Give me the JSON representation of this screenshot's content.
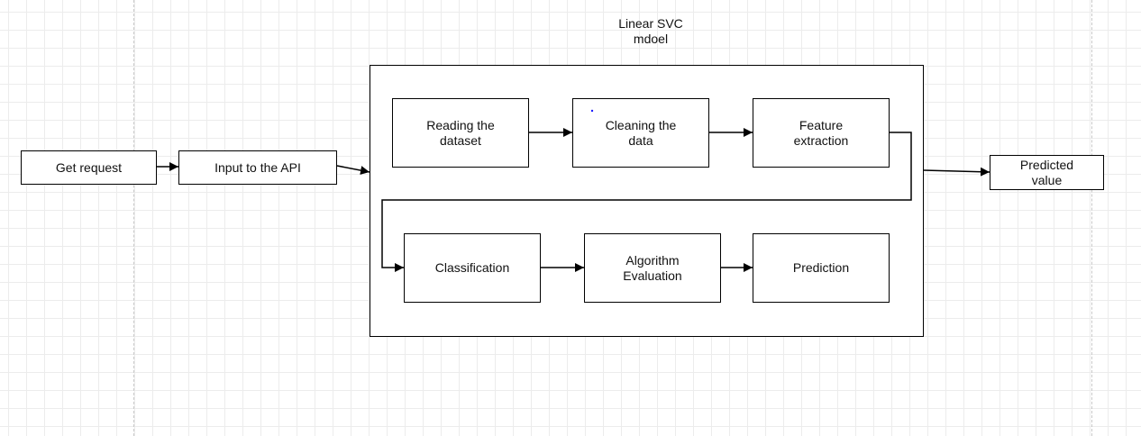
{
  "diagram": {
    "container_label": "Linear SVC\nmdoel",
    "nodes": {
      "get_request": "Get request",
      "input_api": "Input to the API",
      "reading_dataset": "Reading the\ndataset",
      "cleaning_data": "Cleaning the\ndata",
      "feature_extraction": "Feature\nextraction",
      "classification": "Classification",
      "algorithm_evaluation": "Algorithm\nEvaluation",
      "prediction": "Prediction",
      "predicted_value": "Predicted\nvalue"
    },
    "edges": [
      {
        "from": "get_request",
        "to": "input_api"
      },
      {
        "from": "input_api",
        "to": "linear_svc_model"
      },
      {
        "from": "reading_dataset",
        "to": "cleaning_data"
      },
      {
        "from": "cleaning_data",
        "to": "feature_extraction"
      },
      {
        "from": "feature_extraction",
        "to": "classification"
      },
      {
        "from": "classification",
        "to": "algorithm_evaluation"
      },
      {
        "from": "algorithm_evaluation",
        "to": "prediction"
      },
      {
        "from": "linear_svc_model",
        "to": "predicted_value"
      }
    ],
    "colors": {
      "stroke": "#000000",
      "grid": "#ececec",
      "stray_dot": "#1a1aff"
    }
  }
}
